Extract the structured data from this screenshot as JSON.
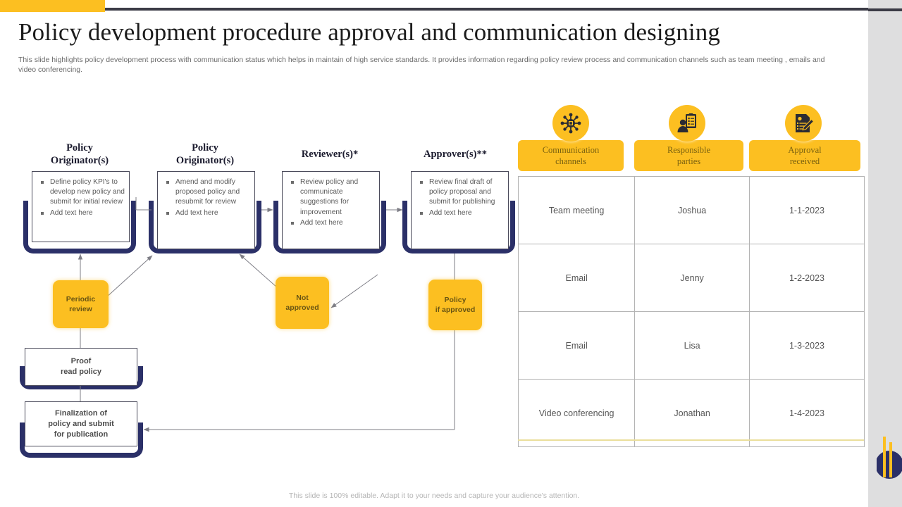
{
  "header": {
    "title": "Policy development procedure approval and communication designing",
    "subtitle": "This slide highlights policy development process with communication status which helps in maintain of high service standards. It provides information regarding policy review process and communication channels such as team meeting , emails and video conferencing."
  },
  "flow": {
    "stages": [
      {
        "title": "Policy\nOriginator(s)",
        "title_line1": "Policy",
        "title_line2": "Originator(s)",
        "bullets": [
          "Define policy KPI's to develop new policy and submit for initial review",
          "Add text here"
        ]
      },
      {
        "title_line1": "Policy",
        "title_line2": "Originator(s)",
        "bullets": [
          "Amend and modify proposed policy and resubmit for review",
          "Add text here"
        ]
      },
      {
        "title_line1": "Reviewer(s)*",
        "title_line2": "",
        "bullets": [
          "Review policy and communicate suggestions for improvement",
          "Add text here"
        ]
      },
      {
        "title_line1": "Approver(s)**",
        "title_line2": "",
        "bullets": [
          "Review final draft of policy proposal and submit for publishing",
          "Add text here"
        ]
      }
    ],
    "periodic_review": "Periodic\nreview",
    "periodic_review_l1": "Periodic",
    "periodic_review_l2": "review",
    "not_approved_l1": "Not",
    "not_approved_l2": "approved",
    "policy_if_approved_l1": "Policy",
    "policy_if_approved_l2": "if approved",
    "proof_read_l1": "Proof",
    "proof_read_l2": "read policy",
    "finalization_l1": "Finalization of",
    "finalization_l2": "policy and submit",
    "finalization_l3": "for publication"
  },
  "status_table": {
    "headers": [
      {
        "label_l1": "Communication",
        "label_l2": "channels",
        "icon": "network-hub-icon"
      },
      {
        "label_l1": "Responsible",
        "label_l2": "parties",
        "icon": "clipboard-person-icon"
      },
      {
        "label_l1": "Approval",
        "label_l2": "received",
        "icon": "document-sign-icon"
      }
    ],
    "rows": [
      {
        "channel": "Team meeting",
        "party": "Joshua",
        "date": "1-1-2023"
      },
      {
        "channel": "Email",
        "party": "Jenny",
        "date": "1-2-2023"
      },
      {
        "channel": "Email",
        "party": "Lisa",
        "date": "1-3-2023"
      },
      {
        "channel": "Video conferencing",
        "party": "Jonathan",
        "date": "1-4-2023"
      }
    ]
  },
  "footer": {
    "note": "This slide is 100% editable. Adapt it to your needs and capture your audience's attention."
  },
  "colors": {
    "accent_yellow": "#fcbf21",
    "navy": "#2b3068",
    "dark": "#3b3b46",
    "grey_rail": "#dededf",
    "text_grey": "#5b5b5b"
  }
}
